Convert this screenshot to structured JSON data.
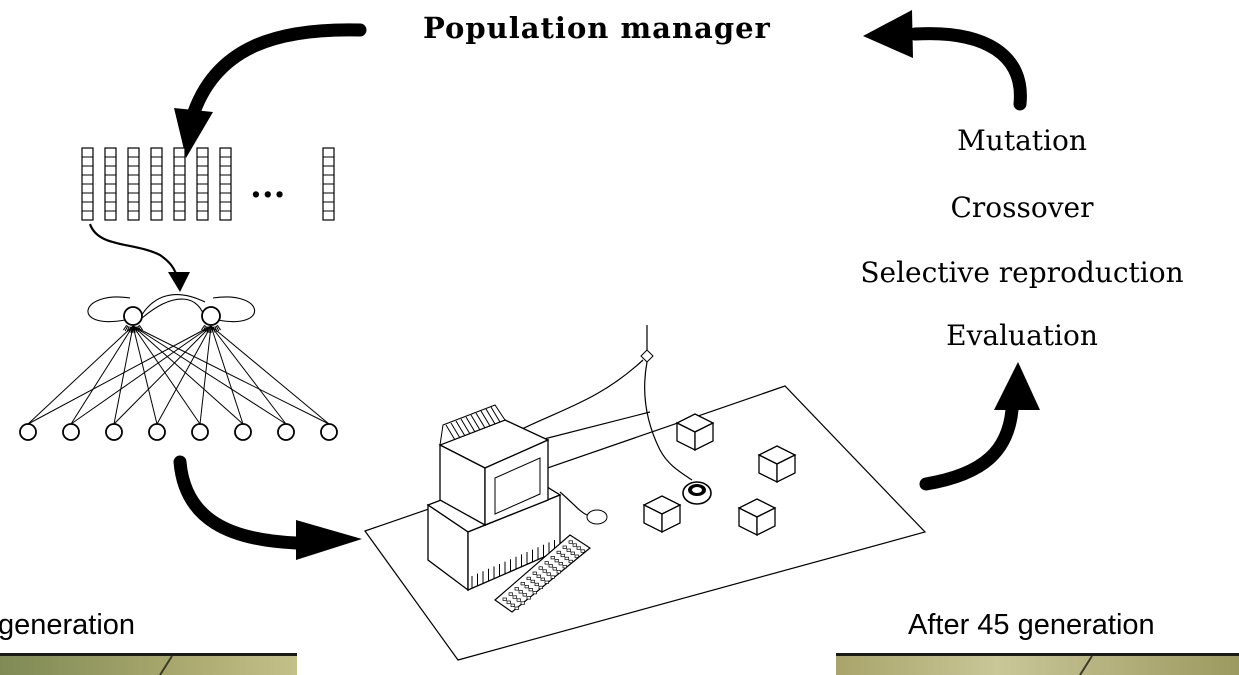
{
  "title": "Population manager",
  "genome_ellipsis": "...",
  "operators": [
    "Mutation",
    "Crossover",
    "Selective reproduction",
    "Evaluation"
  ],
  "captions": {
    "left": "generation",
    "right": "After 45 generation"
  },
  "colors": {
    "ink": "#000000",
    "background": "#ffffff",
    "photo_left": "#9fa06a",
    "photo_right": "#b8b37a"
  },
  "icons": [
    "curved-arrow",
    "genome-strip",
    "neural-network",
    "computer",
    "robot",
    "box"
  ]
}
